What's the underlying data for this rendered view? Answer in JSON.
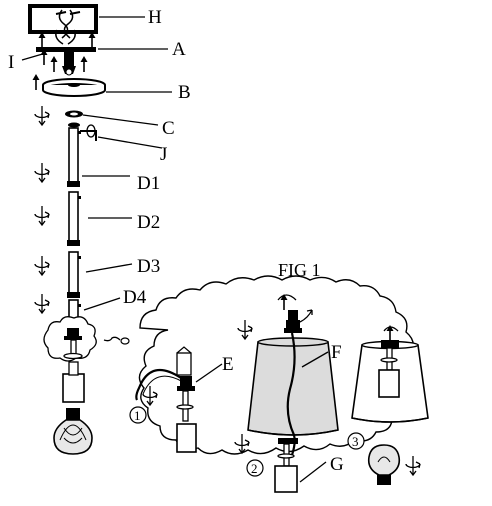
{
  "labels": {
    "H": "H",
    "I": "I",
    "A": "A",
    "B": "B",
    "C": "C",
    "J": "J",
    "D1": "D1",
    "D2": "D2",
    "D3": "D3",
    "D4": "D4",
    "E": "E",
    "F": "F",
    "G": "G"
  },
  "fig_title": "FIG 1",
  "steps": [
    "1",
    "2",
    "3"
  ],
  "colors": {
    "ink": "#000000",
    "paper": "#ffffff",
    "shade_gray": "#dcdcdc",
    "glass": "#e8e8e8"
  },
  "icons": [
    "rotate-arrow-icon",
    "up-arrow-icon",
    "cloud-callout",
    "light-bulb-icon",
    "lamp-shade-icon"
  ]
}
